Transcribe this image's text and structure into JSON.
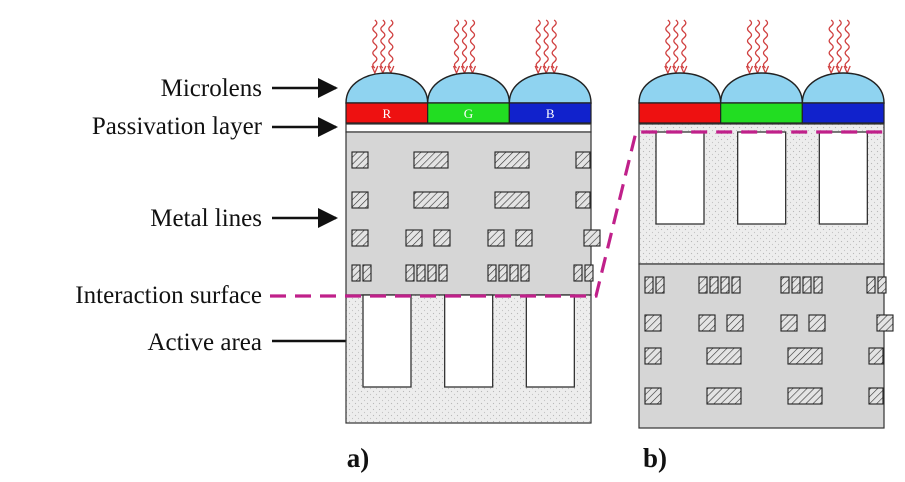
{
  "labels": {
    "microlens": "Microlens",
    "passivation": "Passivation layer",
    "metal": "Metal lines",
    "interaction": "Interaction surface",
    "active": "Active area"
  },
  "filters": [
    {
      "letter": "R",
      "color": "#ee1111"
    },
    {
      "letter": "G",
      "color": "#22dd22"
    },
    {
      "letter": "B",
      "color": "#1122cc"
    }
  ],
  "captions": {
    "a": "a)",
    "b": "b)"
  },
  "colors": {
    "microlens": "#8fd3f0",
    "metal_region": "#d6d6d6",
    "substrate": "#ececec",
    "interaction_line": "#c0208a",
    "light_rays": "#d04040"
  }
}
